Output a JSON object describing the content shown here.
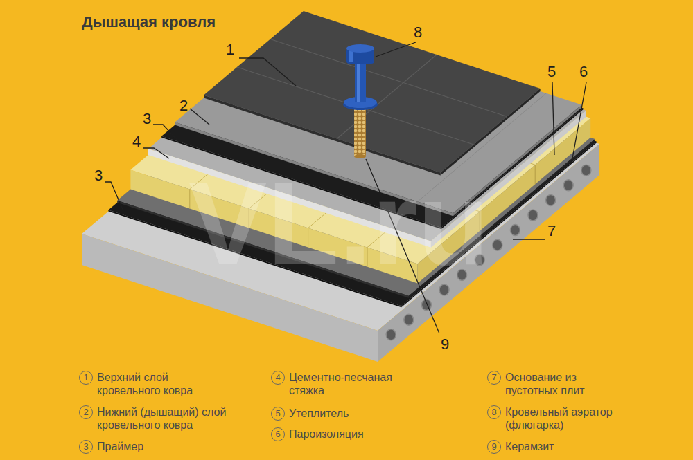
{
  "diagram": {
    "title": "Дышащая кровля",
    "labels": [
      "1",
      "2",
      "3",
      "4",
      "3",
      "5",
      "6",
      "7",
      "8",
      "9",
      "VL.ru",
      "1",
      "2",
      "3",
      "4",
      "5",
      "6",
      "7",
      "8",
      "9"
    ],
    "legend": [
      {
        "text": "Верхний слой кровельного ковра"
      },
      {
        "text": "Нижний (дышащий) слой кровельного ковра"
      },
      {
        "text": "Праймер"
      },
      {
        "text": "Цементно-песчаная стяжка"
      },
      {
        "text": "Утеплитель"
      },
      {
        "text": "Пароизоляция"
      },
      {
        "text": "Основание из пустотных плит"
      },
      {
        "text": "Кровельный аэратор (флюгарка)"
      },
      {
        "text": "Керамзит"
      }
    ]
  }
}
